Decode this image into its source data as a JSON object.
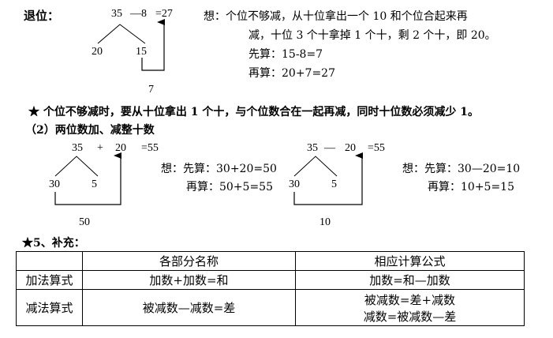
{
  "retreat": {
    "title": "退位：",
    "eq_35": "35",
    "eq_minus8": "—8",
    "eq_result": "=27",
    "left_num": "20",
    "right_num": "15",
    "bottom_num": "7",
    "explain_line1": "想：个位不够减，从十位拿出一个 10 和个位合起来再",
    "explain_line2": "减，十位 3 个十拿掉 1 个十，剩 2 个十，即 20。",
    "explain_line3": "先算：15-8=7",
    "explain_line4": "再算：20+7=27"
  },
  "rule_note": "★ 个位不够减时，要从十位拿出 1 个十，与个位数合在一起再减，同时十位数必须减少 1。",
  "section2_title": "（2）两位数加、减整十数",
  "add_example": {
    "a": "35",
    "op": "+",
    "b": "20",
    "result": "=55",
    "left_num": "30",
    "right_num": "5",
    "bottom_num": "50",
    "think_line1": "想：先算：30+20=50",
    "think_line2": "再算：50+5=55"
  },
  "sub_example": {
    "a": "35",
    "op": "—",
    "b": "20",
    "result": "=55",
    "left_num": "30",
    "right_num": "5",
    "bottom_num": "10",
    "think_line1": "想：先算：30—20=10",
    "think_line2": "再算：10+5=15"
  },
  "section5_title": "★5、补充：",
  "table": {
    "headers": [
      "",
      "各部分名称",
      "相应计算公式"
    ],
    "rows": [
      {
        "type": "加法算式",
        "names": "加数+加数=和",
        "formula1": "加数=和—加数",
        "formula2": ""
      },
      {
        "type": "减法算式",
        "names": "被减数—减数=差",
        "formula1": "被减数=差+减数",
        "formula2": "减数=被减数—差"
      }
    ]
  }
}
